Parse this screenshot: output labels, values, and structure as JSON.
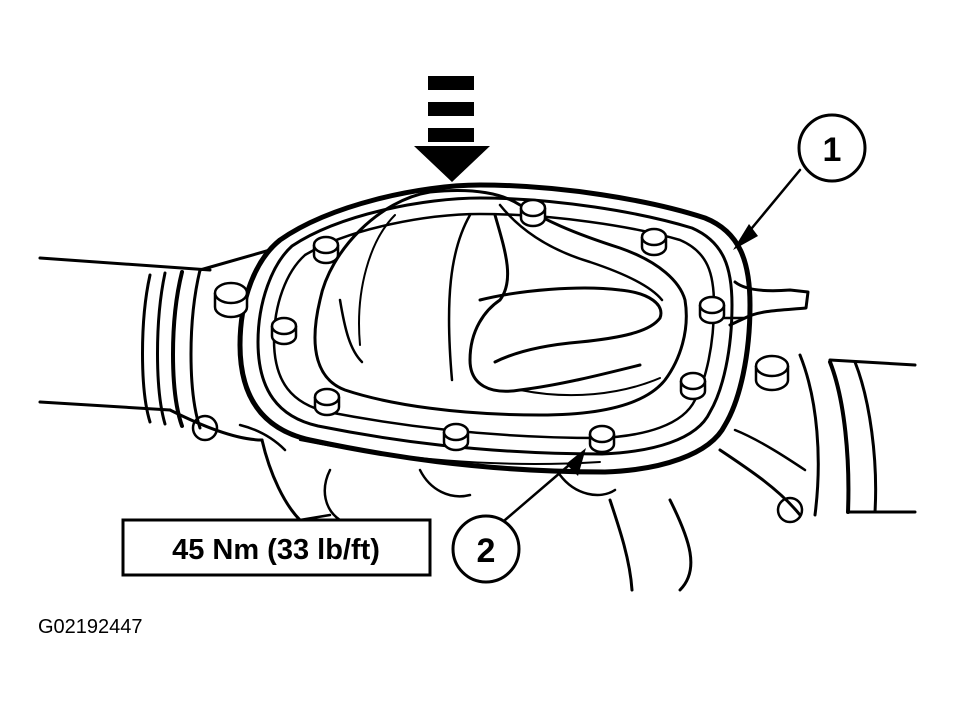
{
  "callouts": [
    {
      "number": "1"
    },
    {
      "number": "2"
    }
  ],
  "torque_spec": "45 Nm (33 lb/ft)",
  "figure_id": "G02192447",
  "colors": {
    "ink": "#000000",
    "paper": "#ffffff"
  },
  "icons": {
    "direction_arrow": "down-arrow-icon",
    "bolt": "hex-bolt-icon"
  }
}
